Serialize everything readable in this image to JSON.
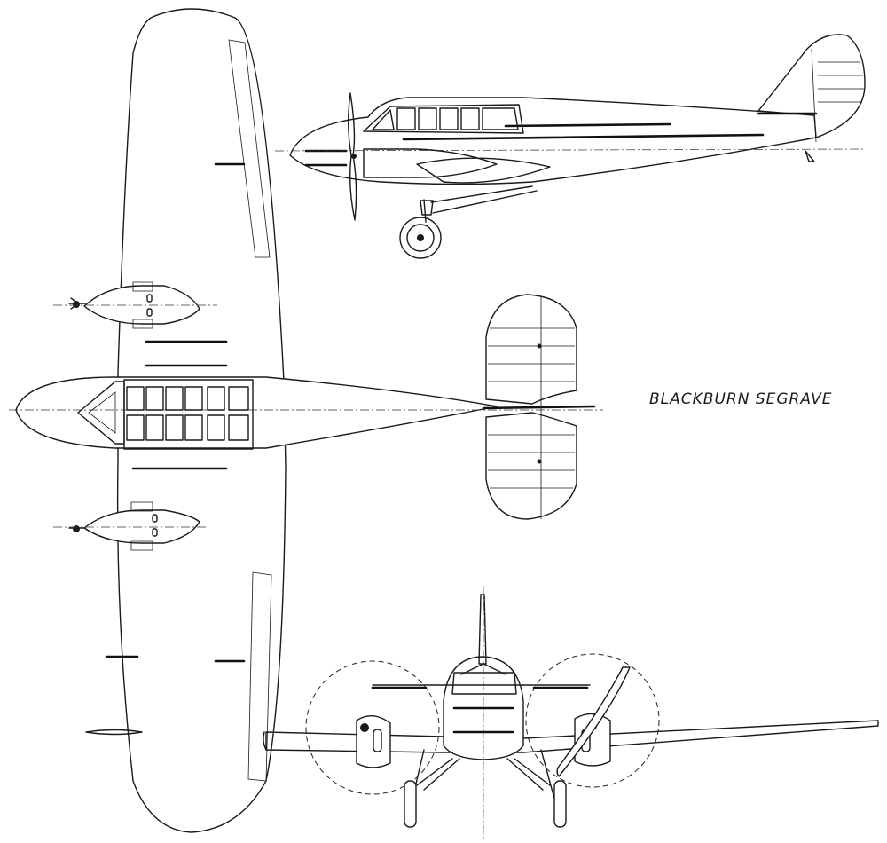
{
  "drawing": {
    "title": "BLACKBURN SEGRAVE"
  },
  "views": {
    "plan": "plan-view",
    "side": "side-elevation",
    "front": "front-elevation"
  },
  "colors": {
    "ink": "#1a1a1a",
    "paper": "#ffffff"
  }
}
